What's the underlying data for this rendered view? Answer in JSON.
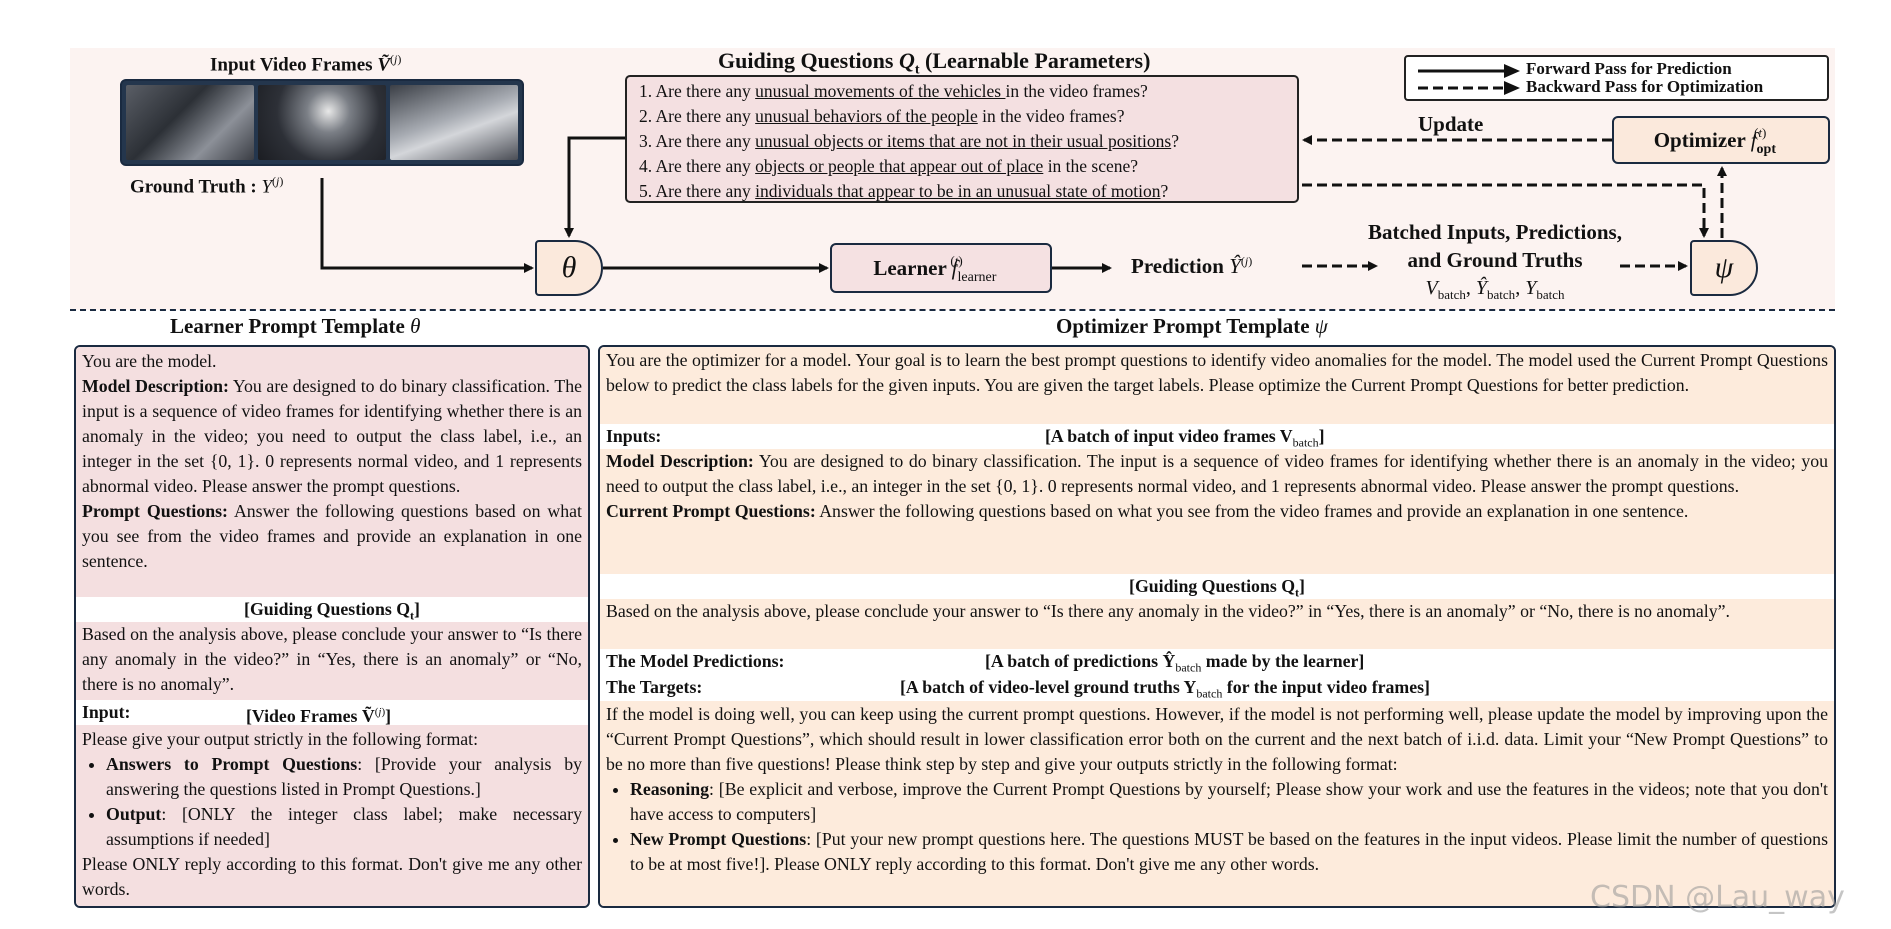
{
  "top": {
    "input_frames_label": "Input Video Frames",
    "input_frames_sym": "Ṽ",
    "ground_truth_label": "Ground Truth :",
    "ground_truth_sym": "Y",
    "guiding_title": "Guiding Questions",
    "guiding_sym": "Q",
    "guiding_sub": "t",
    "guiding_suffix": "(Learnable Parameters)",
    "questions": [
      {
        "num": "1.",
        "pre": "Are there any ",
        "u": "unusual movements of the vehicles ",
        "post": "in the video frames?"
      },
      {
        "num": "2.",
        "pre": "Are there any ",
        "u": "unusual behaviors of the people",
        "post": " in the video frames?"
      },
      {
        "num": "3.",
        "pre": "Are there any ",
        "u": "unusual objects or items that are not in their usual positions",
        "post": "?"
      },
      {
        "num": "4.",
        "pre": "Are there any ",
        "u": "objects or people that appear out of place",
        "post": " in the scene?"
      },
      {
        "num": "5.",
        "pre": "Are there any ",
        "u": "individuals that appear to be in an unusual state of motion",
        "post": "?"
      }
    ],
    "legend_forward": "Forward Pass for Prediction",
    "legend_backward": "Backward Pass for Optimization",
    "update_label": "Update",
    "optimizer_label": "Optimizer",
    "learner_label": "Learner",
    "theta": "θ",
    "psi": "ψ",
    "prediction_label": "Prediction",
    "batched_line1": "Batched Inputs, Predictions,",
    "batched_line2": "and Ground Truths"
  },
  "learner_template": {
    "title": "Learner Prompt Template",
    "theta": "θ",
    "intro": "You are the model.",
    "model_desc_label": "Model Description:",
    "model_desc": " You are designed to do binary classification. The input is a sequence of video frames for identifying whether there is an anomaly in the video; you need to output the class label, i.e., an integer in the set {0, 1}. 0 represents normal video, and 1 represents abnormal video. Please answer the prompt questions.",
    "prompt_q_label": "Prompt Questions:",
    "prompt_q": " Answer the following questions based on what you see from the video frames and provide an explanation in one sentence.",
    "guiding_q": "[Guiding Questions Q",
    "guiding_q_sub": "t",
    "guiding_q_end": "]",
    "conclude": "Based on the analysis above, please conclude your answer to “Is there any anomaly in the video?” in “Yes, there is an anomaly” or “No, there is no anomaly”.",
    "input_label": "Input:",
    "input_value": "[Video Frames Ṽ",
    "input_end": "]",
    "format_intro": "Please give your output strictly in the following format:",
    "bullets": [
      {
        "label": "Answers to Prompt Questions",
        "text": ": [Provide your analysis by answering the questions listed in Prompt Questions.]"
      },
      {
        "label": "Output",
        "text": ": [ONLY the integer class label; make necessary assumptions if needed]"
      }
    ],
    "closing": "Please ONLY reply according to this format. Don't give me any other words."
  },
  "optimizer_template": {
    "title": "Optimizer Prompt Template",
    "psi": "ψ",
    "intro": "You are the optimizer for a model. Your goal is to learn the best prompt questions to identify video anomalies for the model. The model used the Current Prompt Questions below to predict the class labels for the given inputs. You are given the target labels. Please optimize the Current Prompt Questions for better prediction.",
    "inputs_label": "Inputs:",
    "inputs_value": "[A batch of input video frames V",
    "inputs_sub": "batch",
    "inputs_end": "]",
    "model_desc_label": "Model Description:",
    "model_desc": " You are designed to do binary classification. The input is a sequence of video frames for identifying whether there is an anomaly in the video; you need to output the class label, i.e., an integer in the set {0, 1}. 0 represents normal video, and 1 represents abnormal video. Please answer the prompt questions.",
    "current_q_label": "Current Prompt Questions:",
    "current_q": " Answer the following questions based on what you see from the video frames and provide an explanation in one sentence.",
    "guiding_q": "[Guiding Questions Q",
    "guiding_q_sub": "t",
    "guiding_q_end": "]",
    "conclude": "Based on the analysis above, please conclude your answer to “Is there any anomaly in the video?” in “Yes, there is an anomaly” or “No, there is no anomaly”.",
    "predictions_label": "The Model Predictions:",
    "predictions_value": "[A batch of predictions Ŷ",
    "predictions_sub": "batch",
    "predictions_end": " made by the learner]",
    "targets_label": "The Targets:",
    "targets_value": "[A batch of video-level ground truths Y",
    "targets_sub": "batch",
    "targets_end": " for the input video frames]",
    "instructions": "If the model is doing well, you can keep using the current prompt questions. However, if the model is not performing well, please update the model by improving upon the “Current Prompt Questions”, which should result in lower classification error both on the current and the next batch of i.i.d. data. Limit your “New Prompt Questions” to be no more than five questions! Please think step by step and give your outputs strictly in the following format:",
    "bullets": [
      {
        "label": "Reasoning",
        "text": ": [Be explicit and verbose, improve the Current Prompt Questions by yourself; Please show your work and use the features in the videos; note that you don't have access to computers]"
      },
      {
        "label": "New Prompt Questions",
        "text": ": [Put your new prompt questions here. The questions MUST be based on the features in the input videos. Please limit the number of questions to be at most five!]. Please ONLY reply according to this format. Don't give me any other words."
      }
    ]
  },
  "watermark": "CSDN @Lau_way"
}
